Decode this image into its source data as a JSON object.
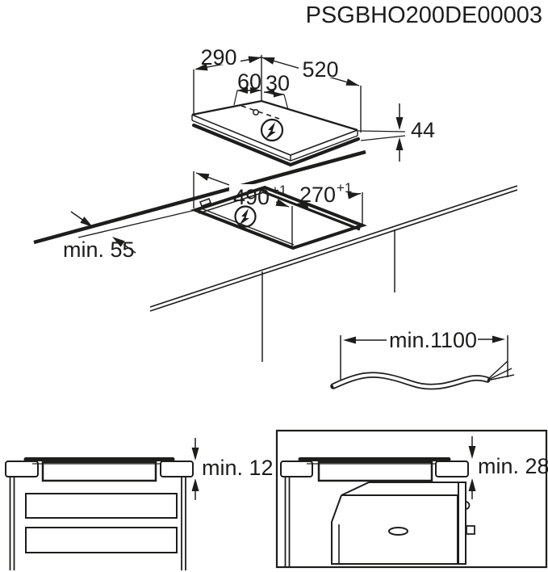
{
  "title": "PSGBHO200DE00003",
  "colors": {
    "line": "#1d1d1b",
    "background": "#ffffff"
  },
  "hob_diagram": {
    "depth": "290",
    "width": "520",
    "cable_offset_left": "60",
    "cable_offset_right": "30",
    "height": "44",
    "electrical_icon": "lightning-bolt-circle"
  },
  "cutout_diagram": {
    "length": "490",
    "length_tolerance": "+1",
    "width": "270",
    "width_tolerance": "+1",
    "rear_clearance": "min. 55",
    "electrical_icon": "lightning-bolt-circle"
  },
  "cable_diagram": {
    "length": "min.1100"
  },
  "drawer_panel": {
    "clearance": "min. 12"
  },
  "oven_panel": {
    "clearance": "min. 28"
  }
}
